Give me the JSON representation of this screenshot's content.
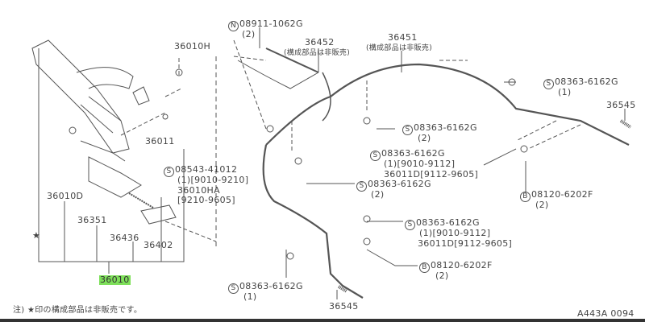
{
  "diagram": {
    "labels": {
      "p36010H": "36010H",
      "n08911": {
        "prefix": "N",
        "part": "08911-1062G",
        "qty": "(2)"
      },
      "p36452": {
        "part": "36452",
        "note": "(構成部品は非販売)"
      },
      "p36451": {
        "part": "36451",
        "note": "(構成部品は非販売)"
      },
      "s_top_right": {
        "prefix": "S",
        "part": "08363-6162G",
        "qty": "(1)"
      },
      "p36545_top": "36545",
      "s_mid_2": {
        "prefix": "S",
        "part": "08363-6162G",
        "qty": "(2)"
      },
      "p36011": "36011",
      "s08543": {
        "prefix": "S",
        "part": "08543-41012",
        "line2": "(1)[9010-9210]",
        "line3": "36010HA",
        "line4": "[9210-9605]"
      },
      "s_mid_1": {
        "prefix": "S",
        "part": "08363-6162G",
        "line2": "(1)[9010-9112]",
        "line3": "36011D[9112-9605]"
      },
      "s_mid_2b": {
        "prefix": "S",
        "part": "08363-6162G",
        "qty": "(2)"
      },
      "b_right": {
        "prefix": "B",
        "part": "08120-6202F",
        "qty": "(2)"
      },
      "p36010D": "36010D",
      "p36351": "36351",
      "s_low_1": {
        "prefix": "S",
        "part": "08363-6162G",
        "line2": "(1)[9010-9112]",
        "line3": "36011D[9112-9605]"
      },
      "p36436": "36436",
      "p36402": "36402",
      "b_low": {
        "prefix": "B",
        "part": "08120-6202F",
        "qty": "(2)"
      },
      "p36010": "36010",
      "s_bottom": {
        "prefix": "S",
        "part": "08363-6162G",
        "qty": "(1)"
      },
      "p36545_bottom": "36545",
      "star": "★"
    },
    "footnote": "注) ★印の構成部品は非販売です。",
    "figure_code": "A443A 0094",
    "highlight_color": "#7ee05a"
  }
}
